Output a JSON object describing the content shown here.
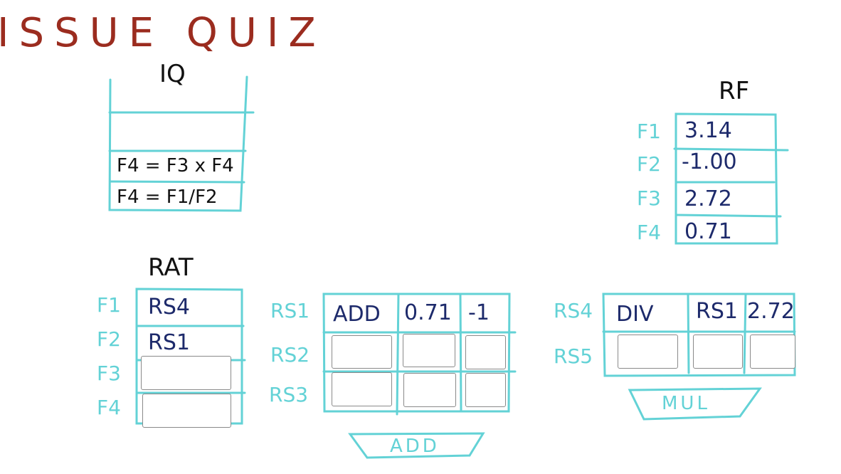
{
  "title": "ISSUE QUIZ",
  "iq": {
    "header": "IQ",
    "rows": [
      "",
      "F4 = F3 x F4",
      "F4 = F1/F2"
    ]
  },
  "rf": {
    "header": "RF",
    "labels": [
      "F1",
      "F2",
      "F3",
      "F4"
    ],
    "values": [
      "3.14",
      "-1.00",
      "2.72",
      "0.71"
    ]
  },
  "rat": {
    "header": "RAT",
    "labels": [
      "F1",
      "F2",
      "F3",
      "F4"
    ],
    "values": [
      "RS4",
      "RS1",
      "",
      ""
    ]
  },
  "add_rs": {
    "labels": [
      "RS1",
      "RS2",
      "RS3"
    ],
    "row1": [
      "ADD",
      "0.71",
      "-1"
    ],
    "unit_label": "ADD"
  },
  "mul_rs": {
    "labels": [
      "RS4",
      "RS5"
    ],
    "row1": [
      "DIV",
      "RS1",
      "2.72"
    ],
    "unit_label": "MUL"
  }
}
